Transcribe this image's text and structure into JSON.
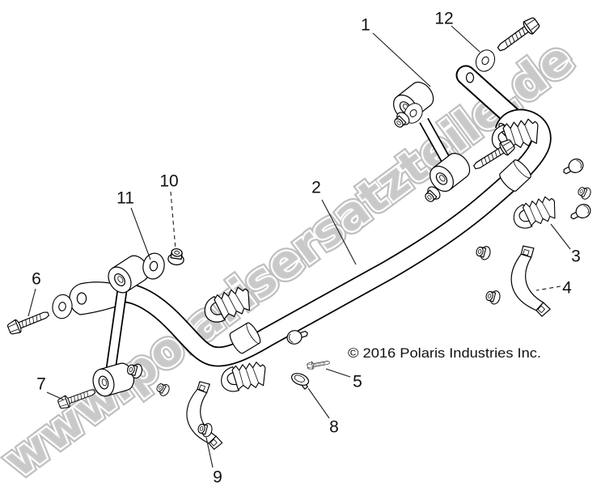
{
  "watermark": {
    "text": "www.polarisersatzteile.de"
  },
  "copyright": {
    "text": "© 2016 Polaris Industries Inc."
  },
  "callouts": [
    {
      "number": "1"
    },
    {
      "number": "2"
    },
    {
      "number": "3"
    },
    {
      "number": "4"
    },
    {
      "number": "5"
    },
    {
      "number": "6"
    },
    {
      "number": "7"
    },
    {
      "number": "8"
    },
    {
      "number": "9"
    },
    {
      "number": "10"
    },
    {
      "number": "11"
    },
    {
      "number": "12"
    }
  ],
  "colors": {
    "background": "#ffffff",
    "line": "#000000",
    "watermark_fill": "#c9c9c9",
    "watermark_outline": "#b5b5b5",
    "watermark_highlight": "#ffffff"
  }
}
